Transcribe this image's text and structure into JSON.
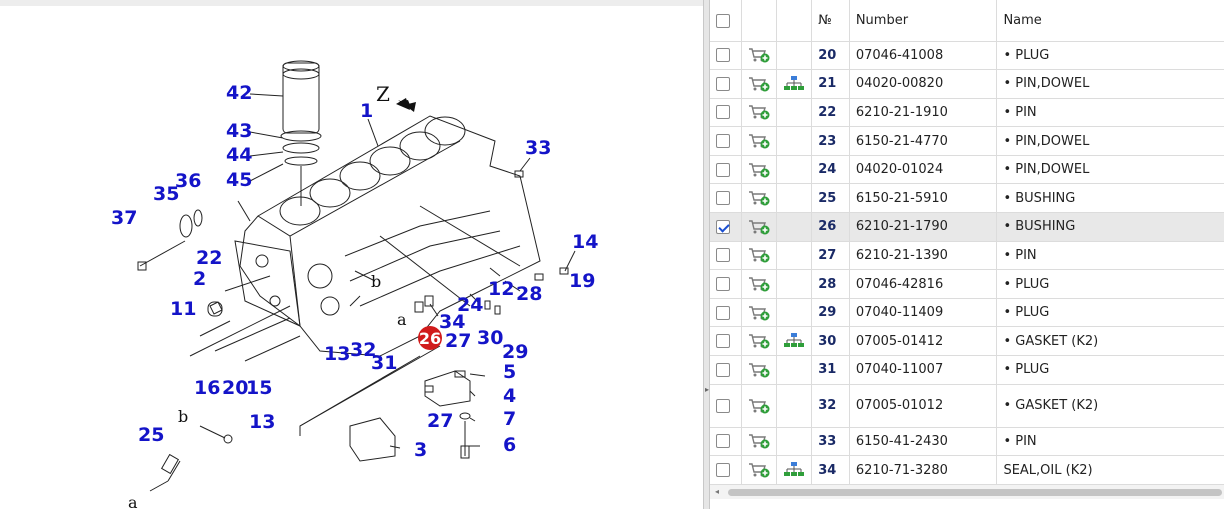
{
  "diagram": {
    "callouts": [
      "42",
      "43",
      "44",
      "45",
      "1",
      "33",
      "36",
      "35",
      "37",
      "22",
      "2",
      "11",
      "14",
      "19",
      "12",
      "28",
      "24",
      "34",
      "26",
      "27",
      "30",
      "29",
      "5",
      "4",
      "13",
      "32",
      "31",
      "16",
      "20",
      "15",
      "7",
      "6",
      "3",
      "25",
      "27",
      "13"
    ],
    "letters": [
      "Z",
      "b",
      "a",
      "b",
      "a"
    ],
    "highlighted": "26"
  },
  "table": {
    "headers": {
      "no": "№",
      "number": "Number",
      "name": "Name"
    },
    "rows": [
      {
        "no": "20",
        "number": "07046-41008",
        "name": "• PLUG",
        "tree": false,
        "checked": false
      },
      {
        "no": "21",
        "number": "04020-00820",
        "name": "• PIN,DOWEL",
        "tree": true,
        "checked": false
      },
      {
        "no": "22",
        "number": "6210-21-1910",
        "name": "• PIN",
        "tree": false,
        "checked": false
      },
      {
        "no": "23",
        "number": "6150-21-4770",
        "name": "• PIN,DOWEL",
        "tree": false,
        "checked": false
      },
      {
        "no": "24",
        "number": "04020-01024",
        "name": "• PIN,DOWEL",
        "tree": false,
        "checked": false
      },
      {
        "no": "25",
        "number": "6150-21-5910",
        "name": "• BUSHING",
        "tree": false,
        "checked": false
      },
      {
        "no": "26",
        "number": "6210-21-1790",
        "name": "• BUSHING",
        "tree": false,
        "checked": true
      },
      {
        "no": "27",
        "number": "6210-21-1390",
        "name": "• PIN",
        "tree": false,
        "checked": false
      },
      {
        "no": "28",
        "number": "07046-42816",
        "name": "• PLUG",
        "tree": false,
        "checked": false
      },
      {
        "no": "29",
        "number": "07040-11409",
        "name": "• PLUG",
        "tree": false,
        "checked": false
      },
      {
        "no": "30",
        "number": "07005-01412",
        "name": "• GASKET (K2)",
        "tree": true,
        "checked": false
      },
      {
        "no": "31",
        "number": "07040-11007",
        "name": "• PLUG",
        "tree": false,
        "checked": false
      },
      {
        "no": "32",
        "number": "07005-01012",
        "name": "• GASKET (K2)",
        "tree": false,
        "checked": false,
        "tall": true
      },
      {
        "no": "33",
        "number": "6150-41-2430",
        "name": "• PIN",
        "tree": false,
        "checked": false
      },
      {
        "no": "34",
        "number": "6210-71-3280",
        "name": "SEAL,OIL (K2)",
        "tree": true,
        "checked": false
      }
    ]
  }
}
